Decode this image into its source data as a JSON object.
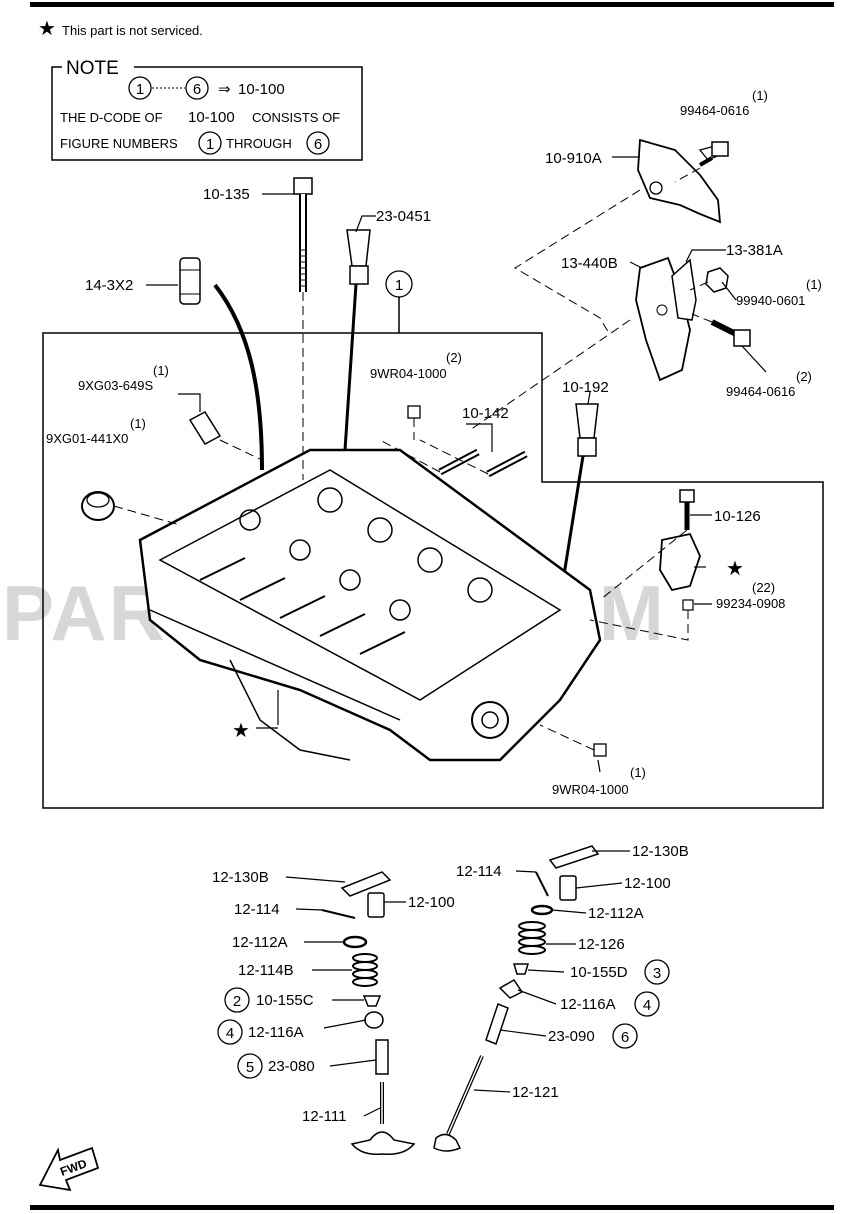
{
  "legend": {
    "symbol": "★",
    "text": "This part is not serviced."
  },
  "note": {
    "title": "NOTE",
    "range_start": "1",
    "range_end": "6",
    "arrow": "⇒",
    "range_code": "10-100",
    "line2_a": "THE D-CODE OF",
    "line2_b": "10-100",
    "line2_c": "CONSISTS OF",
    "line3_a": "FIGURE NUMBERS",
    "line3_b": "1",
    "line3_c": "THROUGH",
    "line3_d": "6"
  },
  "watermark": "PARTSOUQ.COM",
  "callouts": {
    "c_10_135": "10-135",
    "c_23_0451": "23-0451",
    "c_14_3x2": "14-3X2",
    "c_fig1": "1",
    "c_10_910a": "10-910A",
    "c_99464_top_qty": "(1)",
    "c_99464_top": "99464-0616",
    "c_13_440b": "13-440B",
    "c_13_381a": "13-381A",
    "c_99940_qty": "(1)",
    "c_99940": "99940-0601",
    "c_99464_bot_qty": "(2)",
    "c_99464_bot": "99464-0616",
    "c_9xg03_qty": "(1)",
    "c_9xg03": "9XG03-649S",
    "c_9wr04_top_qty": "(2)",
    "c_9wr04_top": "9WR04-1000",
    "c_10_192": "10-192",
    "c_10_142": "10-142",
    "c_9xg01_qty": "(1)",
    "c_9xg01": "9XG01-441X0",
    "c_10_126": "10-126",
    "c_99234_qty": "(22)",
    "c_99234": "99234-0908",
    "c_9wr04_bot_qty": "(1)",
    "c_9wr04_bot": "9WR04-1000"
  },
  "valve_left": {
    "l_12_130b": "12-130B",
    "l_12_100": "12-100",
    "l_12_114": "12-114",
    "l_12_112a": "12-112A",
    "l_12_114b": "12-114B",
    "l_10_155c": "10-155C",
    "l_10_155c_fig": "2",
    "l_12_116a": "12-116A",
    "l_12_116a_fig": "4",
    "l_23_080": "23-080",
    "l_23_080_fig": "5",
    "l_12_111": "12-111"
  },
  "valve_right": {
    "r_12_114": "12-114",
    "r_12_130b": "12-130B",
    "r_12_100": "12-100",
    "r_12_112a": "12-112A",
    "r_12_126": "12-126",
    "r_10_155d": "10-155D",
    "r_10_155d_fig": "3",
    "r_12_116a": "12-116A",
    "r_12_116a_fig": "4",
    "r_23_090": "23-090",
    "r_23_090_fig": "6",
    "r_12_121": "12-121"
  },
  "fwd": "FWD"
}
